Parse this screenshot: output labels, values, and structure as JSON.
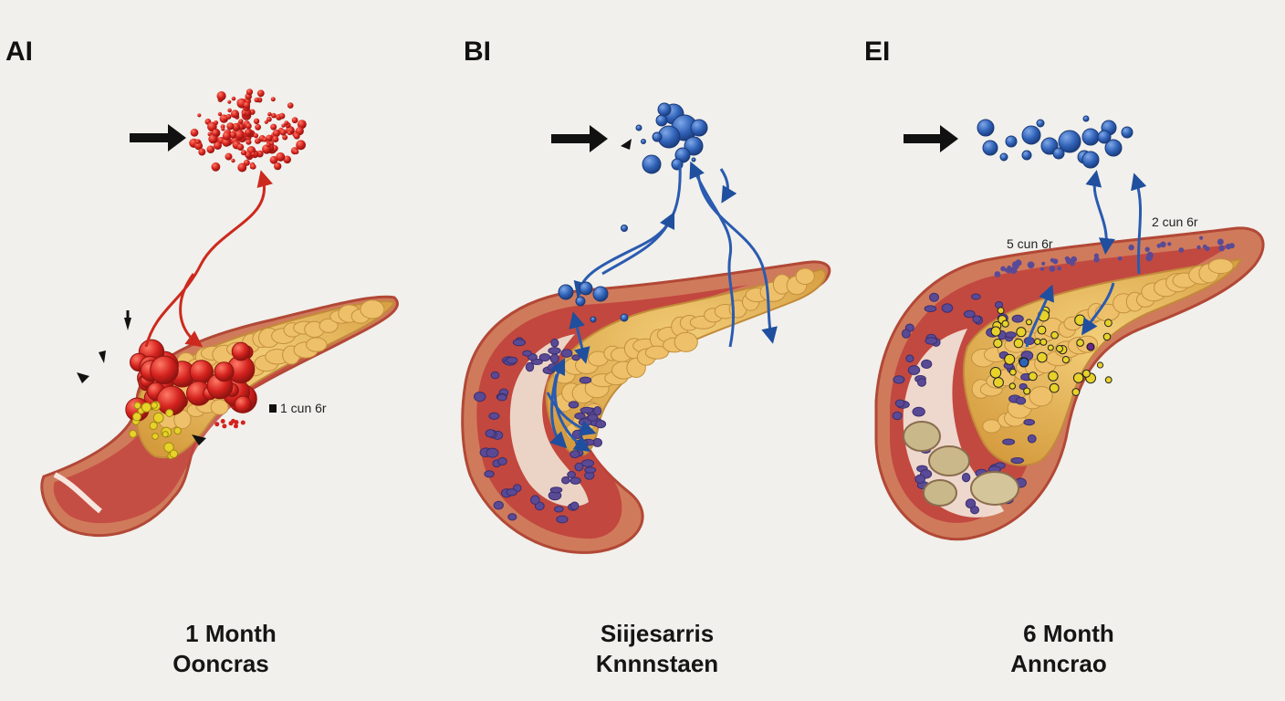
{
  "panels": [
    {
      "letter": "AI",
      "scale_label": "1 cun 6r",
      "caption_line1": "1 Month",
      "caption_line2": "Ooncras",
      "cell_color": "#d4221e",
      "path_color": "#cc2a1e"
    },
    {
      "letter": "BI",
      "caption_line1": "Siijesarris",
      "caption_line2": "Knnnstaen",
      "cell_color": "#2f63b8",
      "path_color": "#2a5bb0"
    },
    {
      "letter": "EI",
      "scale_label_left": "5 cun 6r",
      "scale_label_right": "2 cun 6r",
      "caption_line1": "6 Month",
      "caption_line2": "Anncrao",
      "cell_color": "#3266bb",
      "path_color": "#2a5bb0"
    }
  ],
  "tissue_colors": {
    "parenchyma": "#e2b04f",
    "outer_layer": "#c94a3e",
    "nuclei": "#5a4a96",
    "islet": "#e8d22a"
  },
  "icons": [
    "arrow-right-icon",
    "arrowhead-icon"
  ]
}
